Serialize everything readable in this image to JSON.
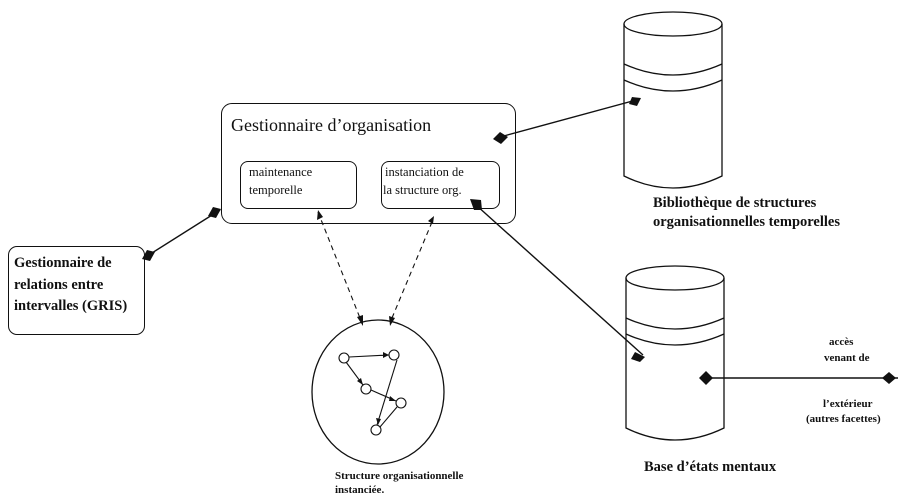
{
  "organisation_manager": {
    "title": "Gestionnaire d’organisation",
    "maintenance": [
      "maintenance",
      "temporelle"
    ],
    "instanciation": [
      "instanciation de",
      "la structure org."
    ]
  },
  "interval_manager": {
    "lines": [
      "Gestionnaire de",
      "relations entre",
      "intervalles (GRIS)"
    ]
  },
  "library": {
    "lines": [
      "Bibliothèque de structures",
      "organisationnelles temporelles"
    ]
  },
  "mental_states": {
    "label": "Base d’états mentaux"
  },
  "external_access": {
    "lines": [
      "accès",
      "venant de",
      "l’extérieur",
      "(autres facettes)"
    ]
  },
  "instantiated_structure": {
    "lines": [
      "Structure organisationnelle",
      "instanciée."
    ]
  }
}
